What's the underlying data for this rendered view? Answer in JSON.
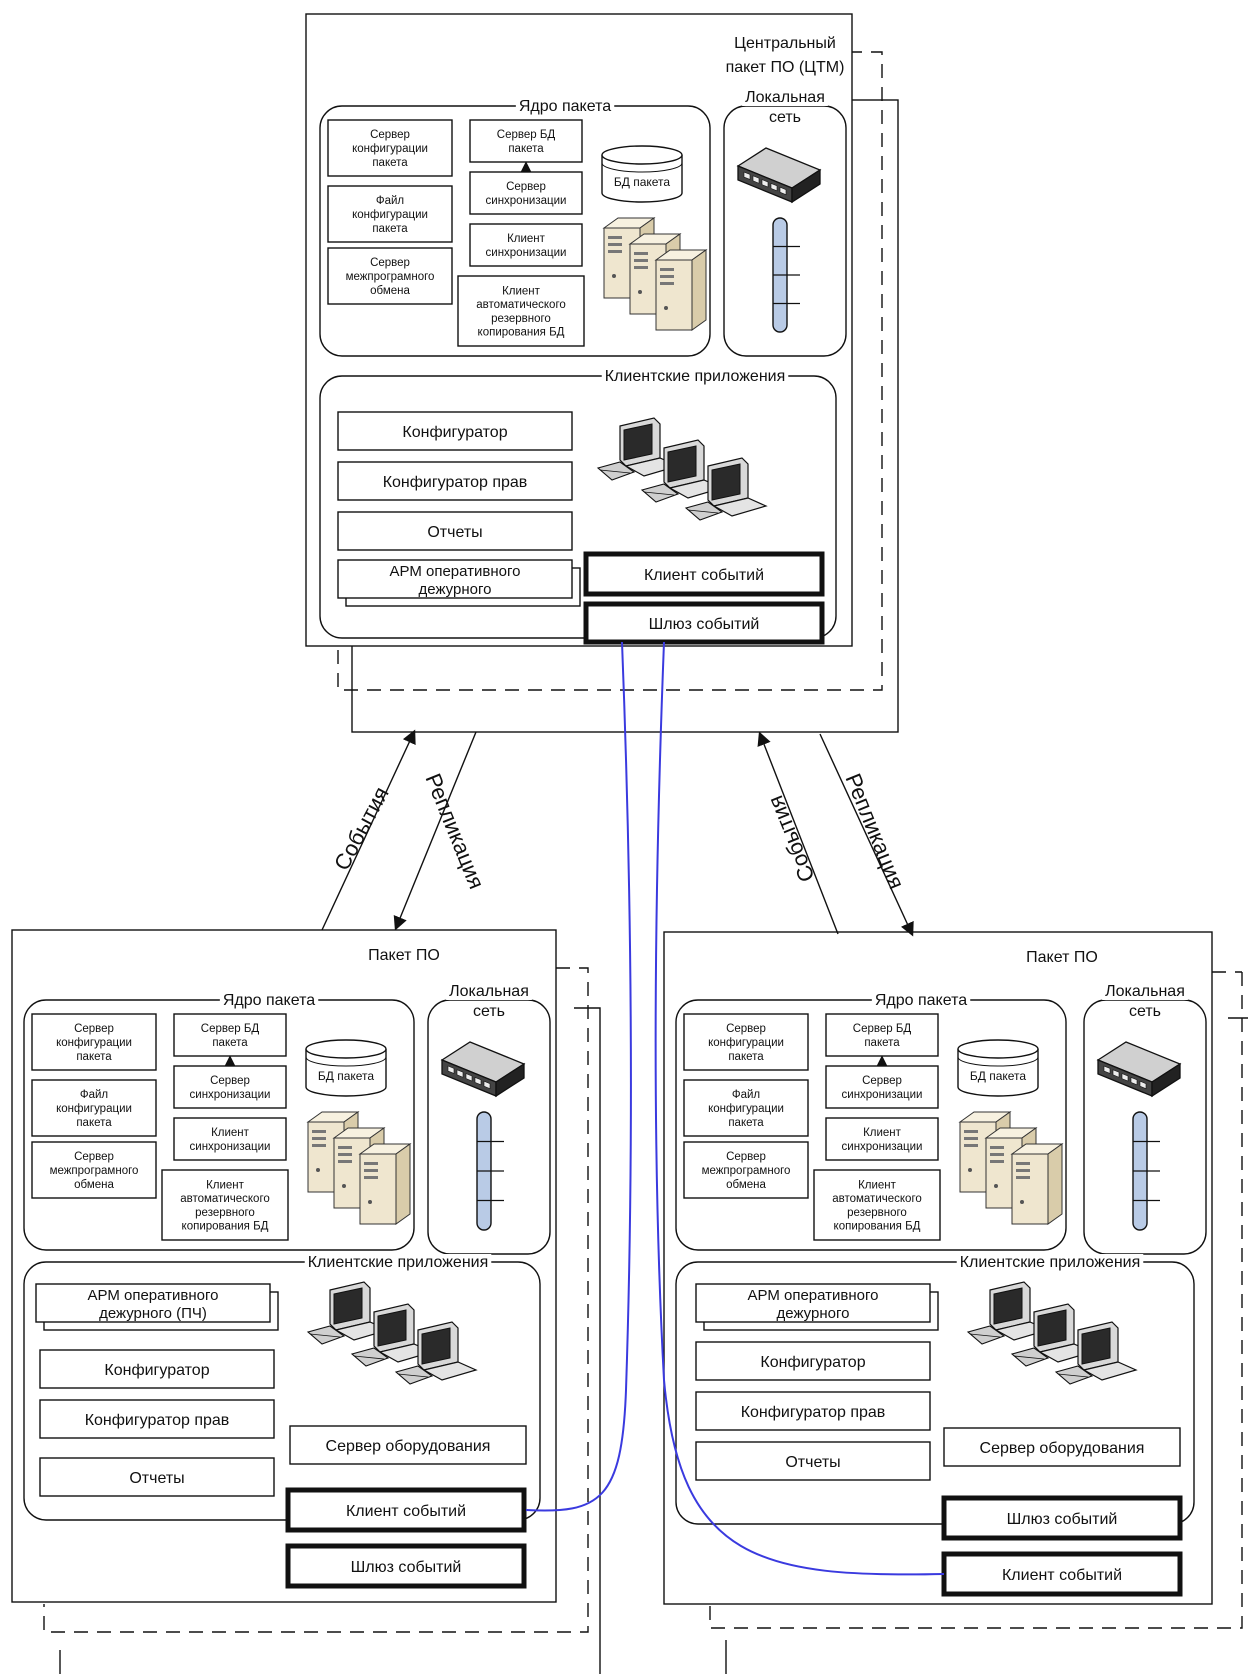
{
  "central": {
    "title_line1": "Центральный",
    "title_line2": "пакет ПО (ЦТМ)",
    "core_label": "Ядро пакета",
    "lan_line1": "Локальная",
    "lan_line2": "сеть",
    "core_left": [
      [
        "Сервер",
        "конфигурации",
        "пакета"
      ],
      [
        "Файл",
        "конфигурации",
        "пакета"
      ],
      [
        "Сервер",
        "межпрограмного",
        "обмена"
      ]
    ],
    "core_mid": [
      [
        "Сервер БД",
        "пакета"
      ],
      [
        "Сервер",
        "синхронизации"
      ],
      [
        "Клиент",
        "синхронизации"
      ],
      [
        "Клиент",
        "автоматического",
        "резервного",
        "копирования БД"
      ]
    ],
    "db_label": "БД пакета",
    "clients_label": "Клиентские приложения",
    "apps": [
      "Конфигуратор",
      "Конфигуратор прав",
      "Отчеты"
    ],
    "arm_line1": "АРМ оперативного",
    "arm_line2": "дежурного",
    "event_client": "Клиент событий",
    "event_gateway": "Шлюз событий"
  },
  "left": {
    "title": "Пакет ПО",
    "core_label": "Ядро пакета",
    "lan_line1": "Локальная",
    "lan_line2": "сеть",
    "core_left": [
      [
        "Сервер",
        "конфигурации",
        "пакета"
      ],
      [
        "Файл",
        "конфигурации",
        "пакета"
      ],
      [
        "Сервер",
        "межпрограмного",
        "обмена"
      ]
    ],
    "core_mid": [
      [
        "Сервер БД",
        "пакета"
      ],
      [
        "Сервер",
        "синхронизации"
      ],
      [
        "Клиент",
        "синхронизации"
      ],
      [
        "Клиент",
        "автоматического",
        "резервного",
        "копирования БД"
      ]
    ],
    "db_label": "БД пакета",
    "clients_label": "Клиентские приложения",
    "arm_line1": "АРМ оперативного",
    "arm_line2": "дежурного (ПЧ)",
    "apps": [
      "Конфигуратор",
      "Конфигуратор прав",
      "Отчеты"
    ],
    "equipment_server": "Сервер оборудования",
    "event_client": "Клиент событий",
    "event_gateway": "Шлюз событий"
  },
  "right": {
    "title": "Пакет ПО",
    "core_label": "Ядро пакета",
    "lan_line1": "Локальная",
    "lan_line2": "сеть",
    "core_left": [
      [
        "Сервер",
        "конфигурации",
        "пакета"
      ],
      [
        "Файл",
        "конфигурации",
        "пакета"
      ],
      [
        "Сервер",
        "межпрограмного",
        "обмена"
      ]
    ],
    "core_mid": [
      [
        "Сервер БД",
        "пакета"
      ],
      [
        "Сервер",
        "синхронизации"
      ],
      [
        "Клиент",
        "синхронизации"
      ],
      [
        "Клиент",
        "автоматического",
        "резервного",
        "копирования БД"
      ]
    ],
    "db_label": "БД пакета",
    "clients_label": "Клиентские приложения",
    "arm_line1": "АРМ оперативного",
    "arm_line2": "дежурного",
    "apps": [
      "Конфигуратор",
      "Конфигуратор прав",
      "Отчеты"
    ],
    "equipment_server": "Сервер оборудования",
    "event_gateway": "Шлюз событий",
    "event_client": "Клиент событий"
  },
  "links": {
    "left_events": "События",
    "left_replication": "Репликация",
    "right_events": "События",
    "right_replication": "Репликация"
  },
  "colors": {
    "line": "#111111",
    "blue_link": "#3a3adf",
    "server_fill": "#efe6cf",
    "rack_fill": "#b9cbe6"
  }
}
